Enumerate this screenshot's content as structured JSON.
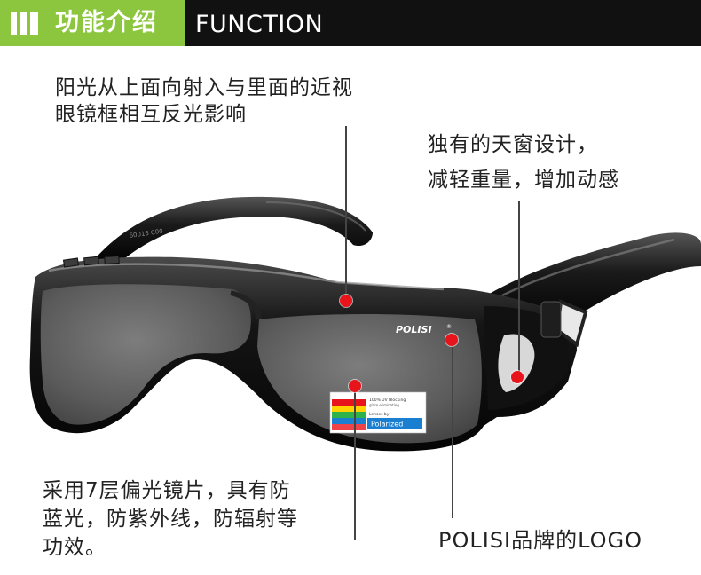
{
  "header": {
    "title_zh": "功能介绍",
    "title_en": "FUNCTION",
    "accent_color": "#8cc63f",
    "bar_color": "#111111"
  },
  "callouts": {
    "top_left": {
      "line1": "阳光从上面向射入与里面的近视",
      "line2": "眼镜框相互反光影响"
    },
    "top_right": {
      "line1": "独有的天窗设计，",
      "line2": "减轻重量，增加动感"
    },
    "bottom_left": {
      "line1": "采用7层偏光镜片，具有防",
      "line2": "蓝光，防紫外线，防辐射等",
      "line3": "功效。"
    },
    "bottom_right": {
      "line1": "POLISI品牌的LOGO"
    }
  },
  "product": {
    "lens_logo": "POLISI",
    "temple_print": "60018 C00",
    "sticker": {
      "line1": "100% UV Blocking",
      "line2": "glare eliminating",
      "line3": "Lenses by",
      "line4": "Polarized"
    }
  },
  "marker_color": "#e8141c"
}
